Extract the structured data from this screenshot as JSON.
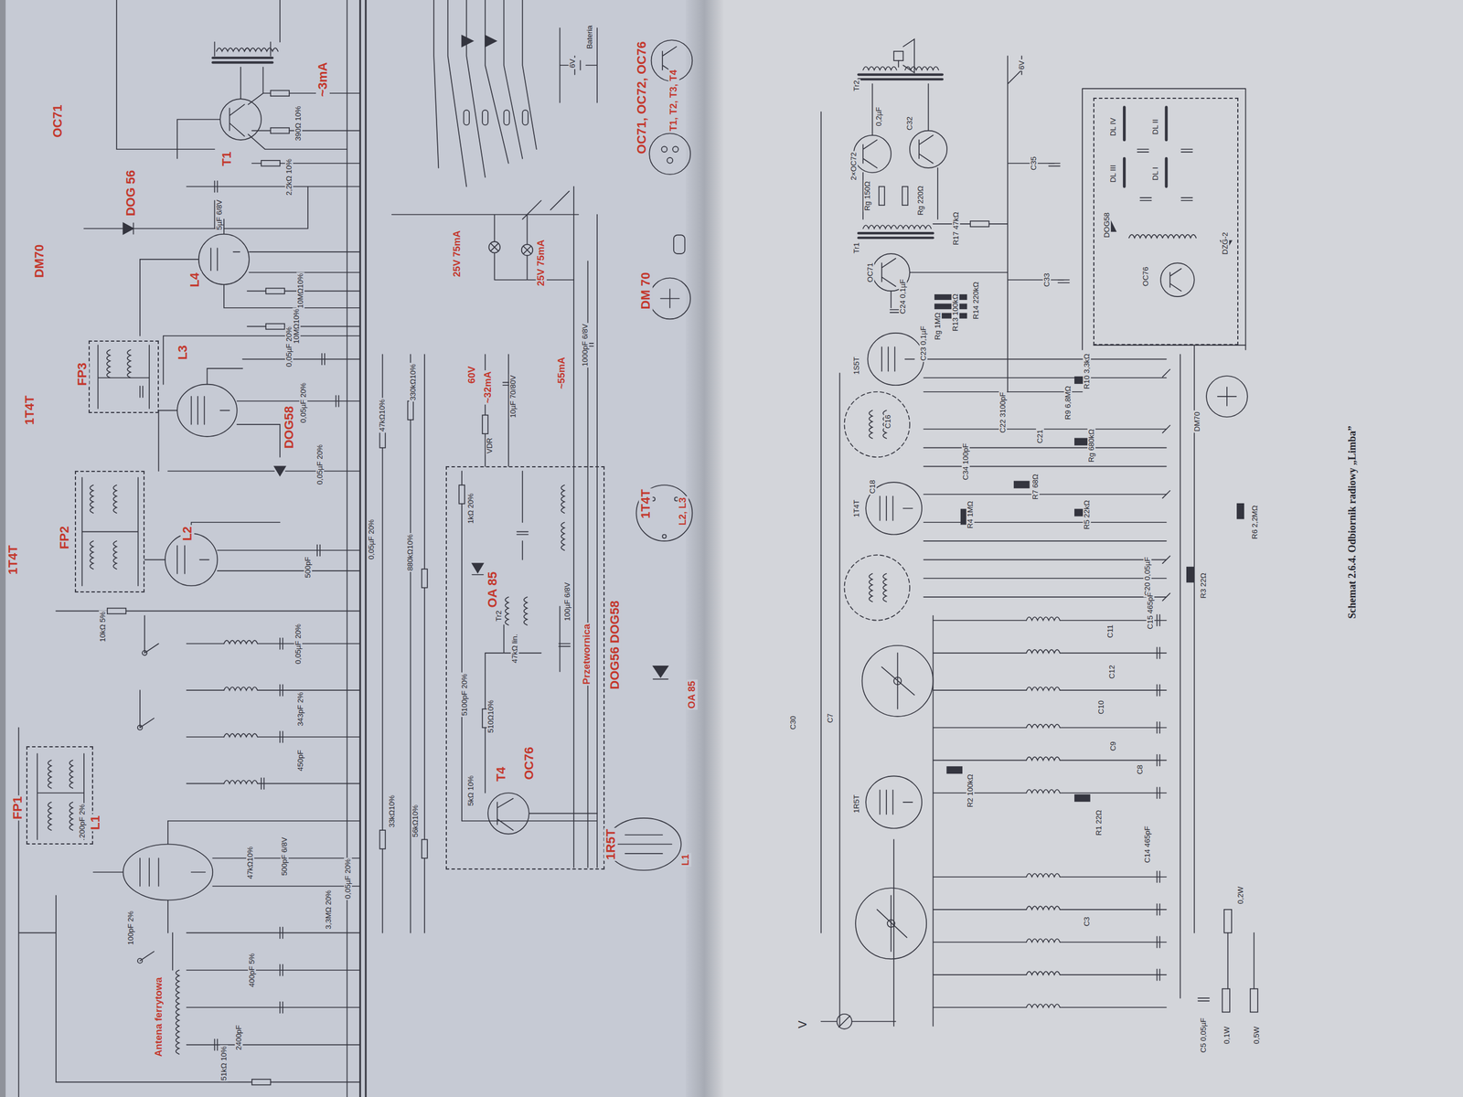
{
  "diagram": {
    "caption": "Schemat 2.6.4. Odbiornik radiowy „Limba”",
    "nodes": [
      {
        "text": [
          "FP1"
        ]
      },
      {
        "text": [
          "FP2"
        ]
      },
      {
        "text": [
          "FP3"
        ]
      },
      {
        "text": [
          "Przetwornica",
          "DOG56 DOG58"
        ]
      },
      {
        "text": [
          "DL IV",
          "DL III",
          "DL II",
          "DL I",
          "DOG58",
          "OC76",
          "DZG-2"
        ]
      }
    ],
    "labels": [
      "OC71",
      "T1",
      "~3mA",
      "DOG 56",
      "DM70",
      "L4",
      "1T4T",
      "L3",
      "DOG58",
      "L2",
      "1T4T",
      "L1",
      "Antena ferrytowa",
      "60V",
      "~32mA",
      "~55mA",
      "25V 75mA",
      "25V 75mA",
      "OA 85",
      "T4",
      "OC76",
      "OC71, OC72, OC76",
      "T1, T2, T3, T4",
      "DM 70",
      "1T4T",
      "L2, L3",
      "1R5T",
      "L1",
      "OA 85",
      "6V",
      "Bateria",
      "10MΩ10%",
      "10MΩ10%",
      "0,05µF 20%",
      "0,05µF 20%",
      "0,05µF 20%",
      "500pF",
      "0,05µF 20%",
      "47kΩ10%",
      "330kΩ10%",
      "880kΩ10%",
      "10kΩ 5%",
      "0,05µF 20%",
      "343pF 2%",
      "450pF",
      "500pF 6/8V",
      "47kΩ10%",
      "3,3MΩ 20%",
      "0,05µF 20%",
      "33kΩ10%",
      "56kΩ10%",
      "400pF 5%",
      "2400pF",
      "51kΩ 10%",
      "200pF 2%",
      "100pF 2%",
      "5µF 6/8V",
      "390Ω 10%",
      "2,2kΩ 10%",
      "1000pF 6/8V",
      "10µF 70/80V",
      "VDR",
      "1kΩ 20%",
      "Tr2",
      "47kΩ lin.",
      "5100pF 20%",
      "510Ω10%",
      "5kΩ 10%",
      "100µF 6/8V",
      "Tr2",
      "0,2µF",
      "C32",
      "2×OC72",
      "Rg 150Ω",
      "Rg 220Ω",
      "R17 47kΩ",
      "Tr1",
      "OC71",
      "6V",
      "C35",
      "C33",
      "C24 0,1µF",
      "R14 220kΩ",
      "R13 100kΩ",
      "Rg 1MΩ",
      "C23 0,1µF",
      "1S5T",
      "R10 3,3kΩ",
      "R9 6,8MΩ",
      "C22 3100pF",
      "C21",
      "Rg 680kΩ",
      "C34 100pF",
      "R7 68Ω",
      "C16",
      "C18",
      "1T4T",
      "R4 1MΩ",
      "R5 22kΩ",
      "DM70",
      "R6 2,2MΩ",
      "C20 0,05µF",
      "C15 465pF",
      "R3 22Ω",
      "C11",
      "C12",
      "C10",
      "C9",
      "C8",
      "C30",
      "C7",
      "1R5T",
      "R2 100kΩ",
      "R1 22Ω",
      "C14 465pF",
      "C3",
      "C5 0,05µF",
      "0,2W",
      "0,1W",
      "0,5W",
      "V"
    ]
  }
}
